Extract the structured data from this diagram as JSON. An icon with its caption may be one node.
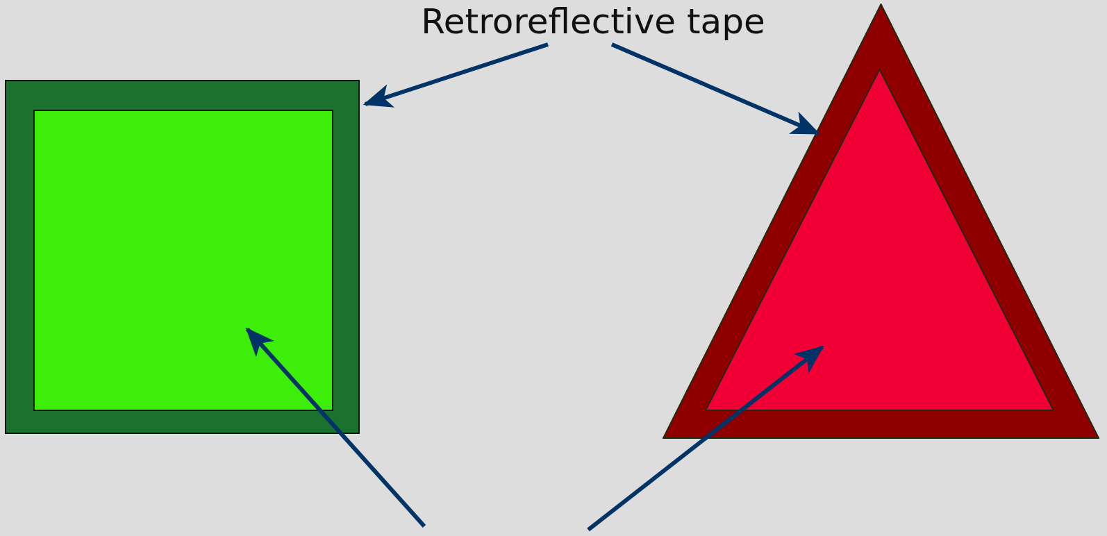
{
  "diagram": {
    "nodes": [
      {
        "text": [
          "Retroreflective tape"
        ]
      },
      {
        "text": [],
        "shape": "box"
      },
      {
        "text": [],
        "shape": "box",
        "in": 1
      },
      {
        "text": [],
        "shape": "triangle"
      },
      {
        "text": [],
        "shape": "triangle",
        "in": 3
      }
    ],
    "edges": [
      {
        "from": 0,
        "to": 1,
        "arrow": "to"
      },
      {
        "from": 0,
        "to": 3,
        "arrow": "to"
      },
      {
        "from": null,
        "to": 2,
        "arrow": "to"
      },
      {
        "from": null,
        "to": 4,
        "arrow": "to"
      }
    ]
  }
}
